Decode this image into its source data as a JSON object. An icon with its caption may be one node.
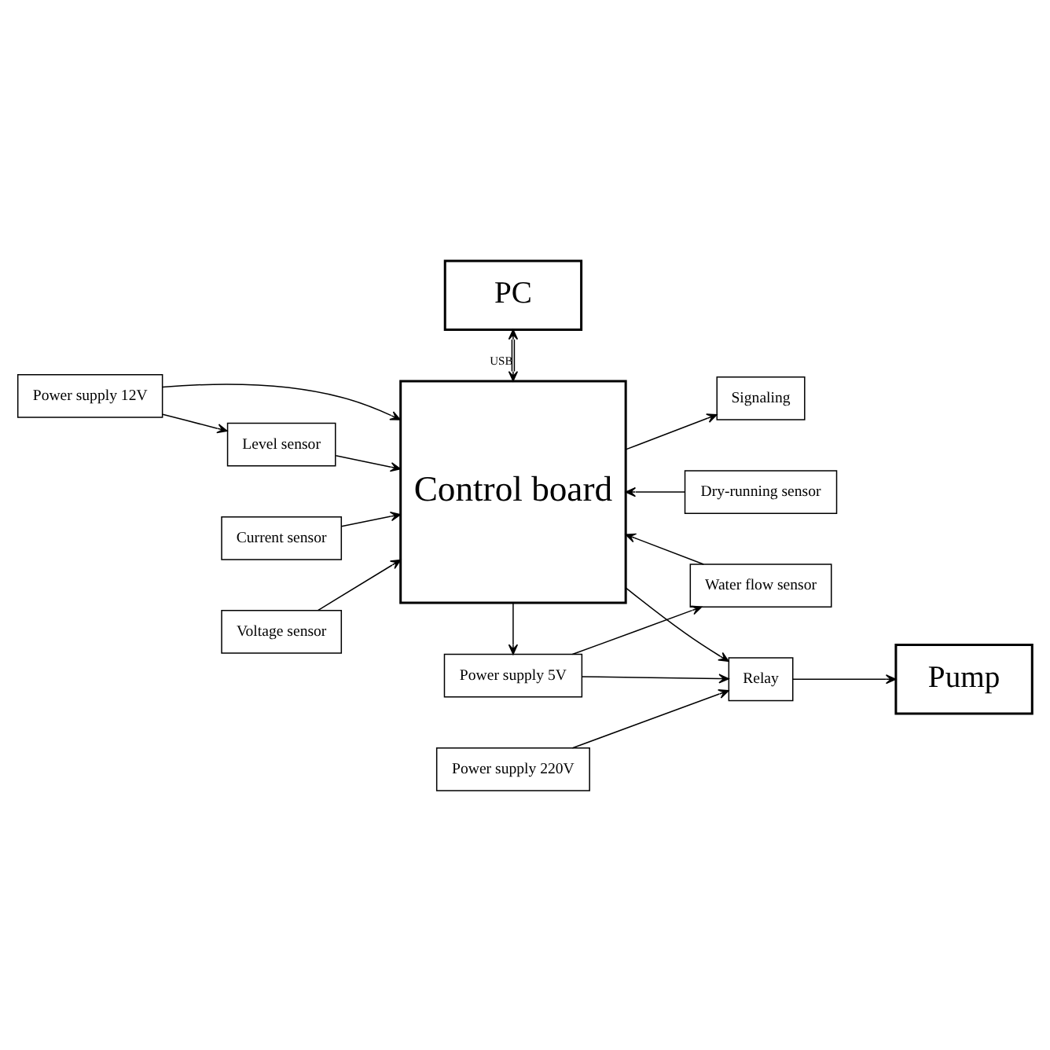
{
  "diagram": {
    "nodes": [
      {
        "text": [
          "PC"
        ]
      },
      {
        "text": [
          "Power supply 12V"
        ]
      },
      {
        "text": [
          "Control board"
        ]
      },
      {
        "text": [
          "Level sensor"
        ]
      },
      {
        "text": [
          "Signaling"
        ]
      },
      {
        "text": [
          "Current sensor"
        ]
      },
      {
        "text": [
          "Dry-running sensor"
        ]
      },
      {
        "text": [
          "Voltage sensor"
        ]
      },
      {
        "text": [
          "Water flow sensor"
        ]
      },
      {
        "text": [
          "Power supply 5V"
        ]
      },
      {
        "text": [
          "Relay"
        ]
      },
      {
        "text": [
          "Pump"
        ]
      },
      {
        "text": [
          "Power supply 220V"
        ]
      }
    ],
    "edges": [
      {
        "from": 0,
        "to": 2,
        "arrow": "both",
        "label": "USB"
      },
      {
        "from": 1,
        "to": 2,
        "arrow": "to"
      },
      {
        "from": 1,
        "to": 3,
        "arrow": "to"
      },
      {
        "from": 3,
        "to": 2,
        "arrow": "to"
      },
      {
        "from": 2,
        "to": 4,
        "arrow": "to"
      },
      {
        "from": 5,
        "to": 2,
        "arrow": "to"
      },
      {
        "from": 6,
        "to": 2,
        "arrow": "to"
      },
      {
        "from": 7,
        "to": 2,
        "arrow": "to"
      },
      {
        "from": 8,
        "to": 2,
        "arrow": "to"
      },
      {
        "from": 2,
        "to": 9,
        "arrow": "to"
      },
      {
        "from": 9,
        "to": 8,
        "arrow": "to"
      },
      {
        "from": 9,
        "to": 10,
        "arrow": "to"
      },
      {
        "from": 2,
        "to": 10,
        "arrow": "to"
      },
      {
        "from": 10,
        "to": 11,
        "arrow": "to"
      },
      {
        "from": 12,
        "to": 10,
        "arrow": "to"
      }
    ]
  }
}
